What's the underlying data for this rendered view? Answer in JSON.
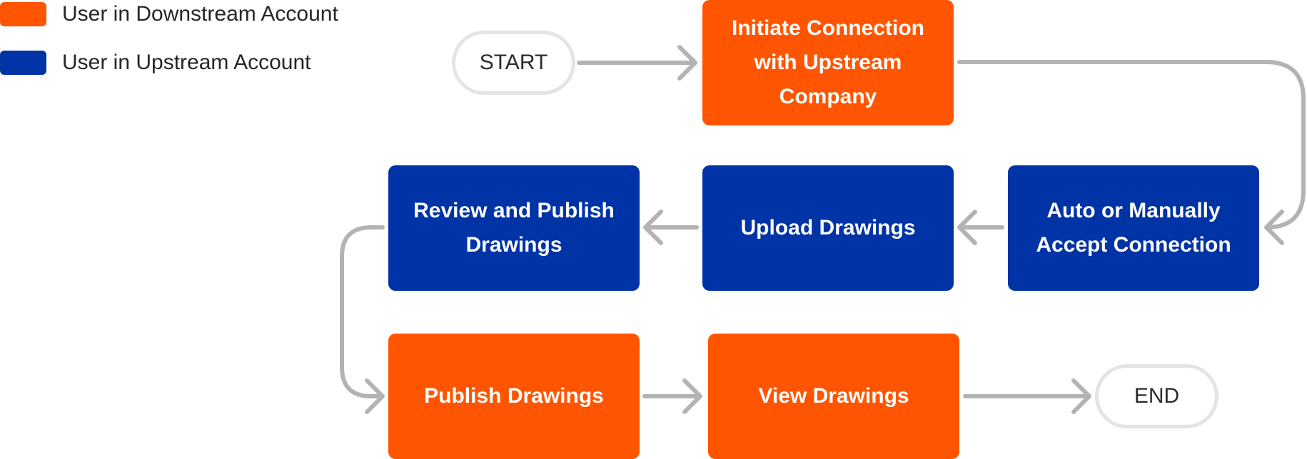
{
  "legend": [
    {
      "label": "User in Downstream Account",
      "color": "#ff5500"
    },
    {
      "label": "User in Upstream Account",
      "color": "#0033a6"
    }
  ],
  "colors": {
    "downstream": "#ff5500",
    "upstream": "#0033a6",
    "connector": "#b3b3b3",
    "terminal_border": "#e4e4e4"
  },
  "flow": {
    "start": "START",
    "end": "END",
    "steps": {
      "initiate": "Initiate Connection with Upstream Company",
      "accept": "Auto or Manually Accept Connection",
      "upload": "Upload Drawings",
      "review": "Review and Publish Drawings",
      "publish": "Publish Drawings",
      "view": "View Drawings"
    }
  }
}
